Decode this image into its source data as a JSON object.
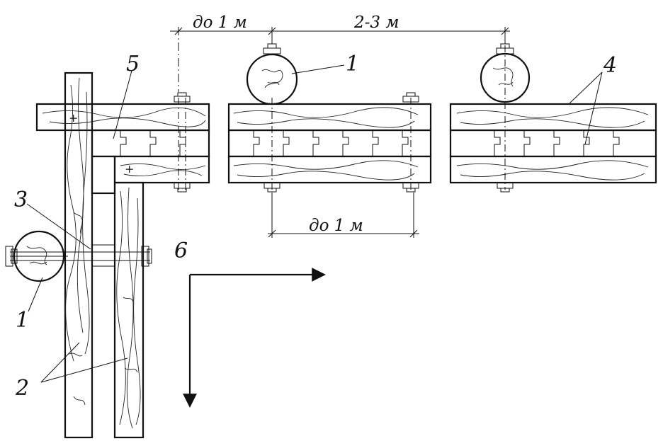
{
  "labels": {
    "callout_1_top": "1",
    "callout_1_left": "1",
    "callout_2": "2",
    "callout_3": "3",
    "callout_4": "4",
    "callout_5": "5",
    "callout_6": "6"
  },
  "dimensions": {
    "top_left": "до 1 м",
    "top_right": "2-3 м",
    "bottom": "до 1 м"
  },
  "colors": {
    "ink": "#111111",
    "paper": "#ffffff"
  }
}
